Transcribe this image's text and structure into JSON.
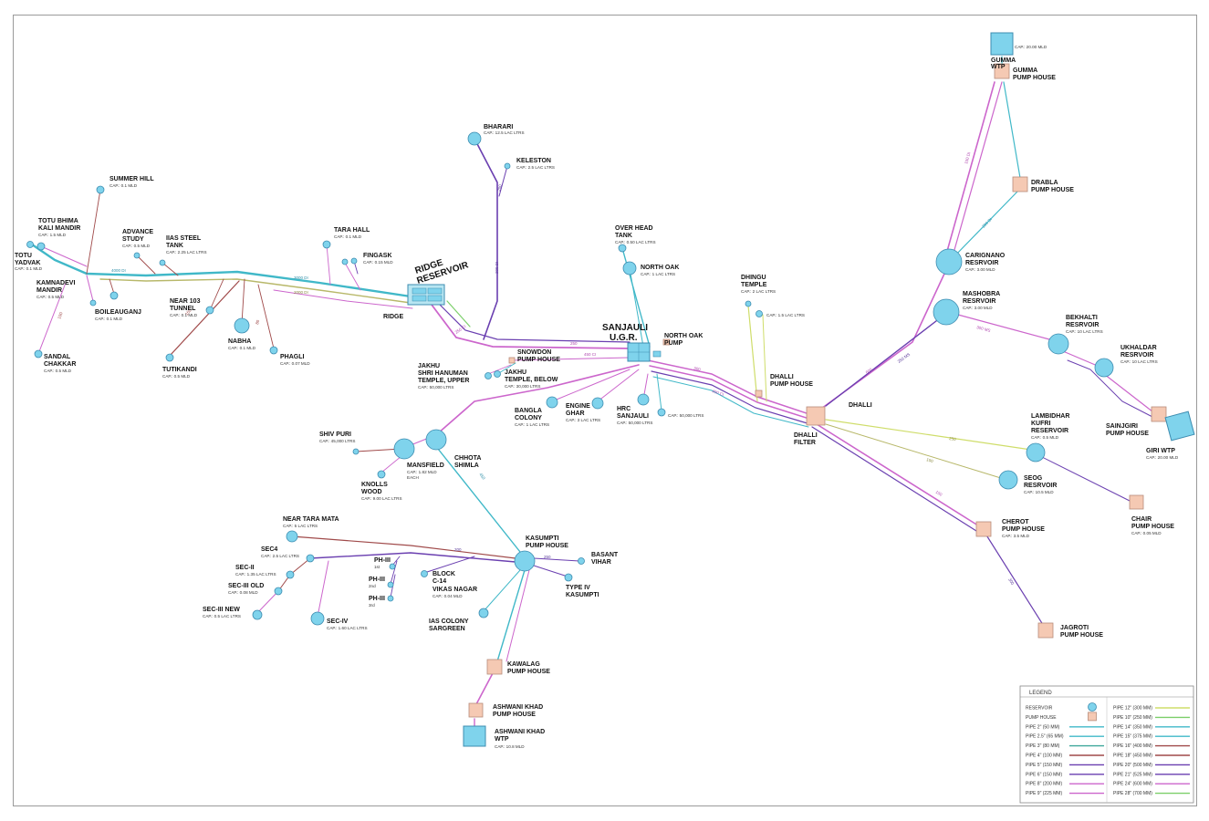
{
  "colors": {
    "reservoir_fill": "#7fd3ec",
    "reservoir_stroke": "#3c8cb0",
    "pump_fill": "#f5c9b3",
    "pump_stroke": "#b78c7a",
    "wtp_fill": "#7fd3ec",
    "pipe_pink": "#cc66cc",
    "pipe_violet": "#6a3fb0",
    "pipe_cyan": "#40b8c8",
    "pipe_teal": "#3fa89c",
    "pipe_olive": "#b8b86a",
    "pipe_brown": "#a04a4a",
    "pipe_green": "#7ccf6a",
    "pipe_lime": "#cfdd6a",
    "pipe_gray": "#888888"
  },
  "nodes": {
    "summer_hill": {
      "name": "SUMMER HILL",
      "cap": "CAP.: 0.1 MLD"
    },
    "totu_bhima": {
      "name": "TOTU BHIMA",
      "name2": "KALI MANDIR",
      "cap": "CAP.: 1.5 MLD"
    },
    "totu_yadvak": {
      "name": "TOTU",
      "name2": "YADVAK",
      "cap": "CAP.: 0.1 MLD"
    },
    "kamnadevi": {
      "name": "KAMNADEVI",
      "name2": "MANDIR",
      "cap": "CAP.: 0.5 MLD"
    },
    "sandal_chakkar": {
      "name": "SANDAL",
      "name2": "CHAKKAR",
      "cap": "CAP.: 0.5 MLD"
    },
    "advance_study": {
      "name": "ADVANCE",
      "name2": "STUDY",
      "cap": "CAP.: 0.5 MLD"
    },
    "iias_steel": {
      "name": "IIAS STEEL",
      "name2": "TANK",
      "cap": "CAP.: 2.25 LAC LTRS"
    },
    "boileauganj": {
      "name": "BOILEAUGANJ",
      "cap": "CAP.: 0.1 MLD"
    },
    "near_103": {
      "name": "NEAR 103",
      "name2": "TUNNEL",
      "cap": "CAP.: 0.1 MLD"
    },
    "nabha": {
      "name": "NABHA",
      "cap": "CAP.: 0.1 MLD"
    },
    "phagli": {
      "name": "PHAGLI",
      "cap": "CAP.: 0.07 MLD"
    },
    "tutikandi": {
      "name": "TUTIKANDI",
      "cap": "CAP.: 0.5 MLD"
    },
    "tara_hall": {
      "name": "TARA HALL",
      "cap": "CAP.: 0.1 MLD"
    },
    "fingask": {
      "name": "FINGASK",
      "cap": "CAP.: 0.15 MLD"
    },
    "ridge": {
      "name": "RIDGE",
      "name2": "RESERVOIR",
      "name3": "RIDGE"
    },
    "bharari": {
      "name": "BHARARI",
      "cap": "CAP.: 12.5 LAC LTRS"
    },
    "keleston": {
      "name": "KELESTON",
      "cap": "CAP.: 2.5 LAC LTRS"
    },
    "over_head": {
      "name": "OVER HEAD",
      "name2": "TANK",
      "cap": "CAP.: 0.50 LAC LTRS"
    },
    "north_oak": {
      "name": "NORTH OAK",
      "cap": "CAP.: 1 LAC LTRS"
    },
    "dhingu": {
      "name": "DHINGU",
      "name2": "TEMPLE",
      "cap": "CAP.: 2 LAC LTRS"
    },
    "dhingu_b": {
      "cap": "CAP.: 1.5 LAC LTRS"
    },
    "sanjauli": {
      "name": "SANJAULI",
      "name2": "U.G.R."
    },
    "north_oak_pump": {
      "name": "NORTH OAK",
      "name2": "PUMP"
    },
    "snowdon": {
      "name": "SNOWDON",
      "name2": "PUMP HOUSE"
    },
    "jakhu_upper": {
      "name": "JAKHU",
      "name2": "SHRI HANUMAN",
      "name3": "TEMPLE, UPPER",
      "cap": "CAP.: 50,000 LTRS"
    },
    "jakhu_below": {
      "name": "JAKHU",
      "name2": "TEMPLE, BELOW",
      "cap": "CAP.: 30,000 LTRS"
    },
    "bangla": {
      "name": "BANGLA",
      "name2": "COLONY",
      "cap": "CAP.: 1 LAC LTRS"
    },
    "engine_ghar": {
      "name": "ENGINE",
      "name2": "GHAR",
      "cap": "CAP.: 3 LAC LTRS"
    },
    "hrc": {
      "name": "HRC",
      "name2": "SANJAULI",
      "cap": "CAP.: 50,000 LTRS"
    },
    "hrc_b": {
      "cap": "CAP.: 50,000 LTRS"
    },
    "dhalli_ph": {
      "name": "DHALLI",
      "name2": "PUMP HOUSE"
    },
    "dhalli": {
      "name": "DHALLI"
    },
    "dhalli_filter": {
      "name": "DHALLI",
      "name2": "FILTER"
    },
    "gumma_wtp": {
      "name": "GUMMA",
      "name2": "WTP",
      "cap": "CAP.: 20.00 MLD"
    },
    "gumma_ph": {
      "name": "GUMMA",
      "name2": "PUMP HOUSE"
    },
    "drabla": {
      "name": "DRABLA",
      "name2": "PUMP HOUSE"
    },
    "carignano": {
      "name": "CARIGNANO",
      "name2": "RESRVOIR",
      "cap": "CAP.: 3.00 MLD"
    },
    "mashobra": {
      "name": "MASHOBRA",
      "name2": "RESRVOIR",
      "cap": "CAP.: 3.00 MLD"
    },
    "bekhalti": {
      "name": "BEKHALTI",
      "name2": "RESRVOIR",
      "cap": "CAP.: 10 LAC LTRS"
    },
    "ukhaldar": {
      "name": "UKHALDAR",
      "name2": "RESRVOIR",
      "cap": "CAP.: 10 LAC LTRS"
    },
    "sainjgiri": {
      "name": "SAINJGIRI",
      "name2": "PUMP HOUSE"
    },
    "giri_wtp": {
      "name": "GIRI WTP",
      "cap": "CAP.: 20.00 MLD"
    },
    "lambidhar": {
      "name": "LAMBIDHAR",
      "name2": "KUFRI",
      "name3": "RESERVOIR",
      "cap": "CAP.: 0.5 MLD"
    },
    "seog": {
      "name": "SEOG",
      "name2": "RESRVOIR",
      "cap": "CAP.: 10.5 MLD"
    },
    "chair": {
      "name": "CHAIR",
      "name2": "PUMP HOUSE",
      "cap": "CAP.: 0.05 MLD"
    },
    "cherot": {
      "name": "CHEROT",
      "name2": "PUMP HOUSE",
      "cap": "CAP.: 3.5 MLD"
    },
    "jagroti": {
      "name": "JAGROTI",
      "name2": "PUMP HOUSE"
    },
    "shiv_puri": {
      "name": "SHIV PURI",
      "cap": "CAP.: 45,000 LTRS"
    },
    "chhota_shimla": {
      "name": "CHHOTA",
      "name2": "SHIMLA"
    },
    "mansfield": {
      "name": "MANSFIELD",
      "cap": "CAP.: 1.82 MLD",
      "cap2": "EACH"
    },
    "knolls_wood": {
      "name": "KNOLLS",
      "name2": "WOOD",
      "cap": "CAP.: 9.00 LAC LTRS"
    },
    "near_tara_mata": {
      "name": "NEAR TARA MATA",
      "cap": "CAP.: 5 LAC LTRS"
    },
    "sec4": {
      "name": "SEC4",
      "cap": "CAP.: 2.5 LAC LTRS"
    },
    "sec2": {
      "name": "SEC-II",
      "cap": "CAP.: 1.35 LAC LTRS"
    },
    "sec3_old": {
      "name": "SEC-III OLD",
      "cap": "CAP.: 0.08 MLD"
    },
    "sec3_new": {
      "name": "SEC-III NEW",
      "cap": "CAP.: 0.5 LAC LTRS"
    },
    "sec_iv": {
      "name": "SEC-IV",
      "cap": "CAP.: 1.60 LAC LTRS"
    },
    "ph3": {
      "name": "PH-III",
      "cap": "1st"
    },
    "ph3b": {
      "name": "PH-III",
      "cap": "2nd"
    },
    "ph3c": {
      "name": "PH-III",
      "cap": "3rd"
    },
    "block_c14": {
      "name": "BLOCK",
      "name2": "C-14",
      "name3": "VIKAS NAGAR",
      "cap": "CAP.: 0.04 MLD"
    },
    "kasumpti": {
      "name": "KASUMPTI",
      "name2": "PUMP HOUSE"
    },
    "basant_vihar": {
      "name": "BASANT",
      "name2": "VIHAR"
    },
    "type_iv": {
      "name": "TYPE IV",
      "name2": "KASUMPTI"
    },
    "ias_colony": {
      "name": "IAS COLONY",
      "name2": "SARGREEN"
    },
    "kawalag": {
      "name": "KAWALAG",
      "name2": "PUMP HOUSE"
    },
    "ashwani_ph": {
      "name": "ASHWANI KHAD",
      "name2": "PUMP HOUSE"
    },
    "ashwani_wtp": {
      "name": "ASHWANI KHAD",
      "name2": "WTP",
      "cap": "CAP.: 10.8 MLD"
    }
  },
  "pipe_labels": {
    "p1": "4000 DI",
    "p2": "3000 DI",
    "p3": "2000 DI",
    "p4": "250 CI",
    "p5": "200 DI",
    "p6": "100",
    "p7": "150",
    "p8": "80",
    "p9": "200",
    "p10": "250",
    "p11": "450 CI",
    "p12": "300",
    "p13": "400 CI",
    "p14": "600",
    "p15": "250 MS",
    "p16": "150 DI",
    "p17": "200 DI",
    "p18": "300 MS",
    "p19": "250",
    "p20": "100",
    "p21": "150",
    "p22": "300",
    "p23": "200",
    "p24": "450",
    "p25": "250"
  },
  "legend": {
    "title": "LEGEND",
    "left": [
      {
        "label": "RESERVOIR",
        "kind": "circle"
      },
      {
        "label": "PUMP HOUSE",
        "kind": "square"
      },
      {
        "label": "PIPE 2\" (50 MM)",
        "color": "#40b8c8"
      },
      {
        "label": "PIPE 2.5\" (65 MM)",
        "color": "#40b8c8"
      },
      {
        "label": "PIPE 3\" (80 MM)",
        "color": "#3fa89c"
      },
      {
        "label": "PIPE 4\" (100 MM)",
        "color": "#a04a4a"
      },
      {
        "label": "PIPE 5\" (150 MM)",
        "color": "#6a3fb0"
      },
      {
        "label": "PIPE 6\" (150 MM)",
        "color": "#6a3fb0"
      },
      {
        "label": "PIPE 8\" (200 MM)",
        "color": "#cc66cc"
      },
      {
        "label": "PIPE 9\" (225 MM)",
        "color": "#cc66cc"
      }
    ],
    "right": [
      {
        "label": "PIPE 12\" (300 MM)",
        "color": "#cfdd6a"
      },
      {
        "label": "PIPE 10\" (250 MM)",
        "color": "#7ccf6a"
      },
      {
        "label": "PIPE 14\" (350 MM)",
        "color": "#40b8c8"
      },
      {
        "label": "PIPE 15\" (375 MM)",
        "color": "#40b8c8"
      },
      {
        "label": "PIPE 16\" (400 MM)",
        "color": "#a04a4a"
      },
      {
        "label": "PIPE 18\" (450 MM)",
        "color": "#a04a4a"
      },
      {
        "label": "PIPE 20\" (500 MM)",
        "color": "#6a3fb0"
      },
      {
        "label": "PIPE 21\" (525 MM)",
        "color": "#6a3fb0"
      },
      {
        "label": "PIPE 24\" (600 MM)",
        "color": "#cc66cc"
      },
      {
        "label": "PIPE 28\" (700 MM)",
        "color": "#7ccf6a"
      }
    ]
  }
}
